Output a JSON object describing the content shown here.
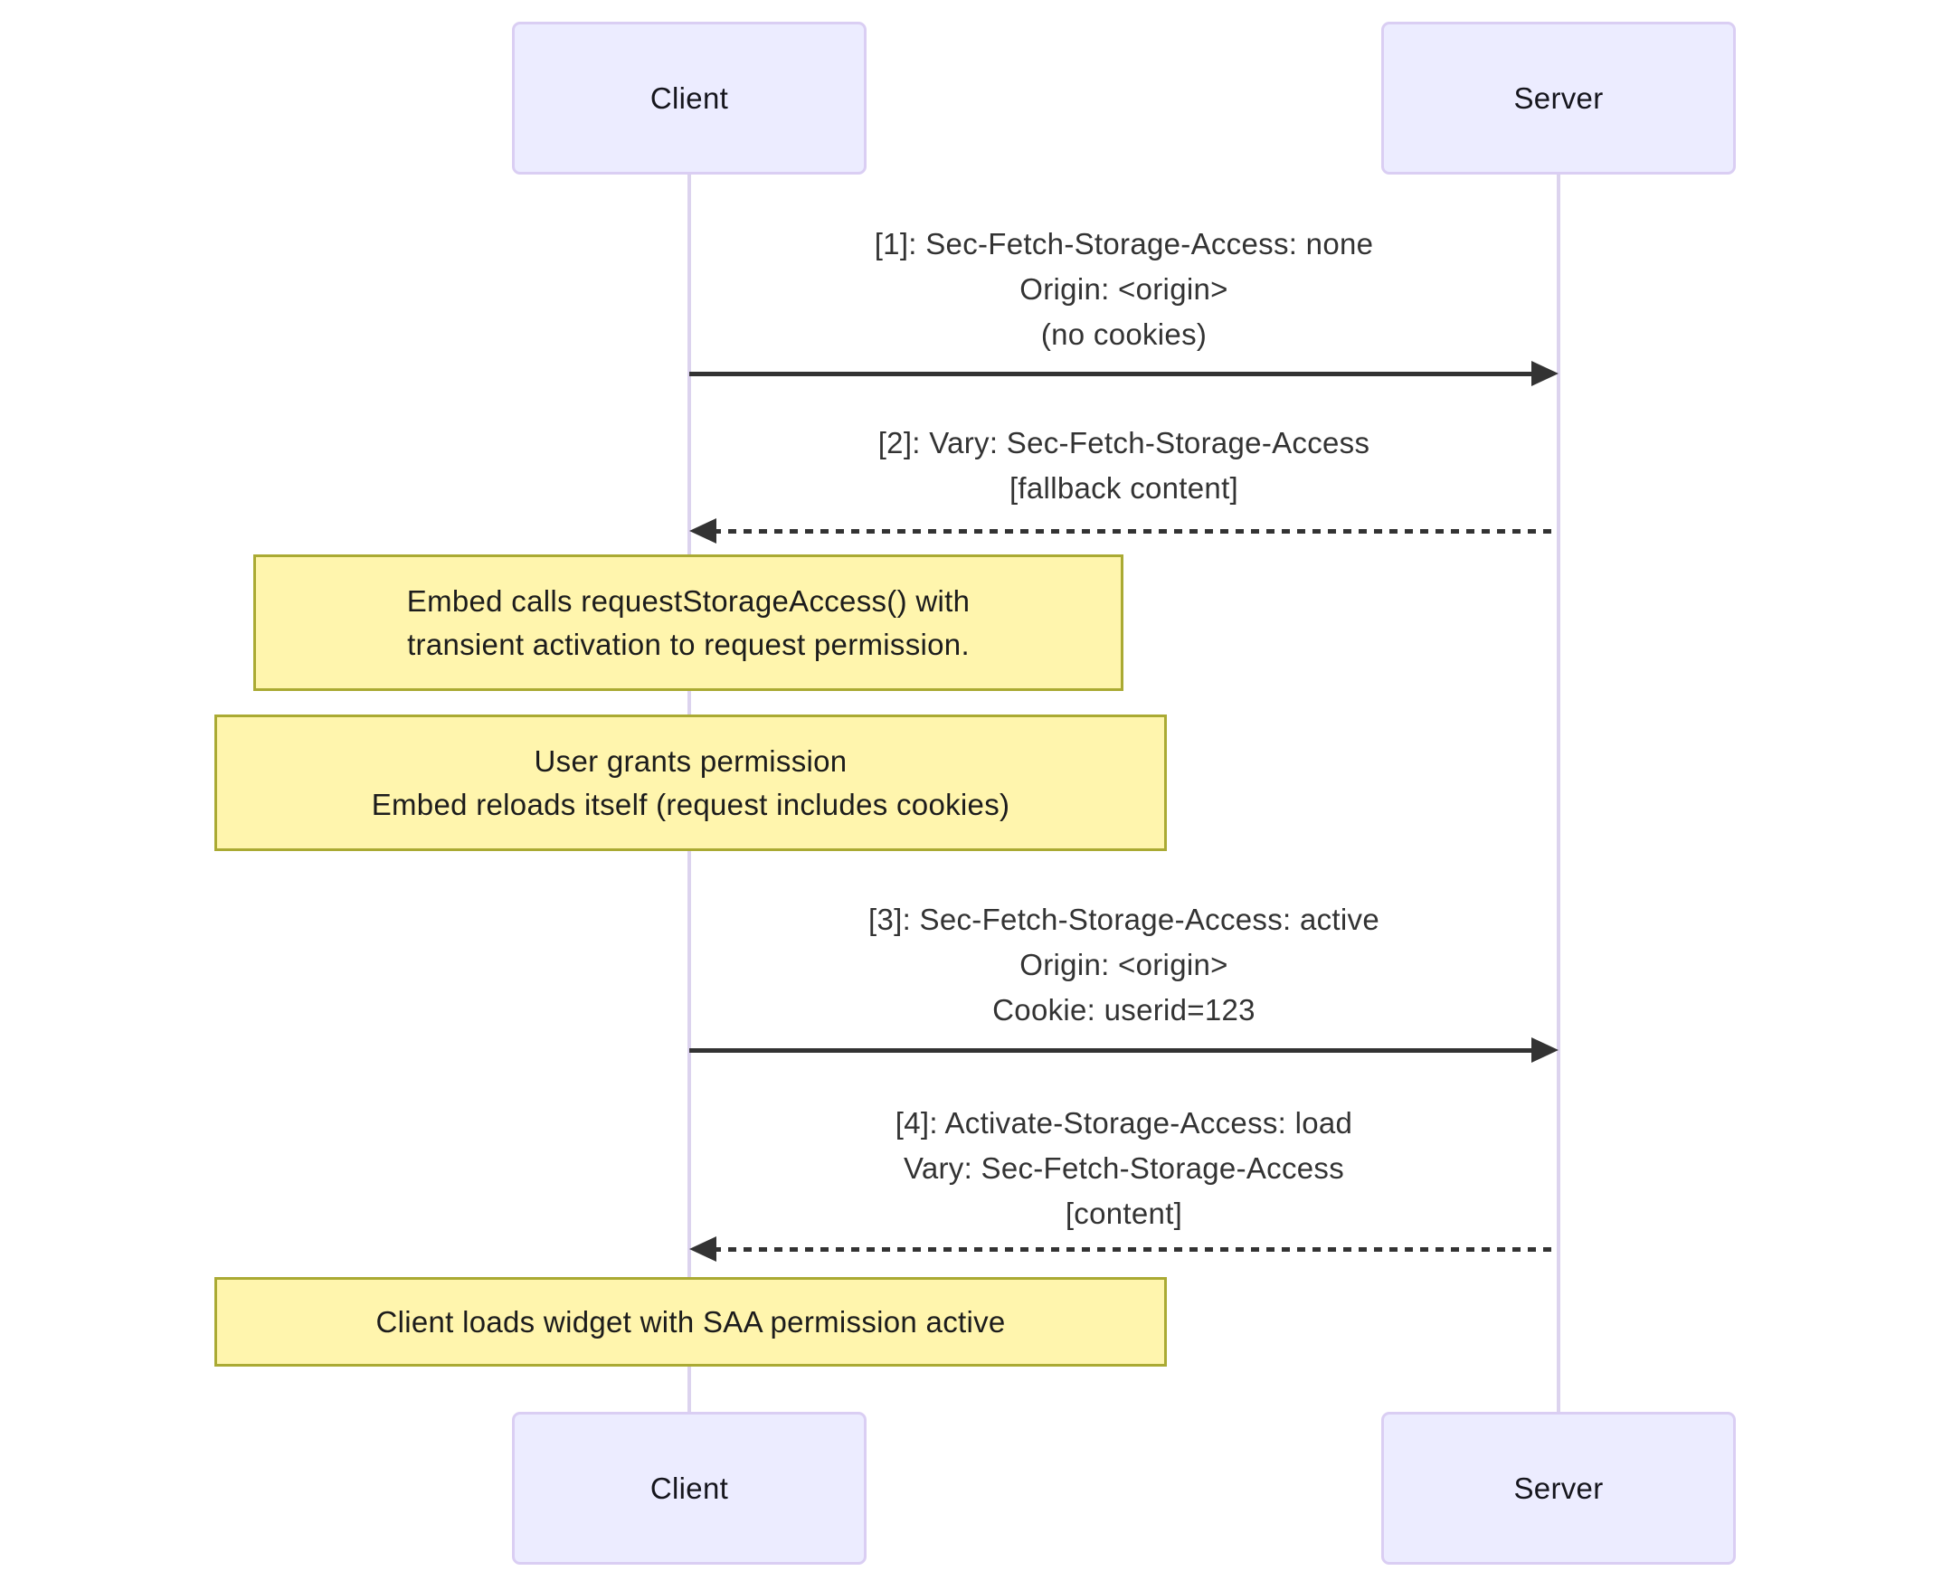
{
  "diagram": {
    "kind": "sequence-diagram",
    "actors": [
      {
        "id": "client",
        "label": "Client"
      },
      {
        "id": "server",
        "label": "Server"
      }
    ],
    "messages": [
      {
        "from": "client",
        "to": "server",
        "line_style": "solid",
        "lines": [
          "[1]: Sec-Fetch-Storage-Access: none",
          "Origin: <origin>",
          "(no cookies)"
        ]
      },
      {
        "from": "server",
        "to": "client",
        "line_style": "dashed",
        "lines": [
          "[2]: Vary: Sec-Fetch-Storage-Access",
          "[fallback content]"
        ]
      },
      {
        "from": "client",
        "to": "server",
        "line_style": "solid",
        "lines": [
          "[3]: Sec-Fetch-Storage-Access: active",
          "Origin: <origin>",
          "Cookie: userid=123"
        ]
      },
      {
        "from": "server",
        "to": "client",
        "line_style": "dashed",
        "lines": [
          "[4]: Activate-Storage-Access: load",
          "Vary: Sec-Fetch-Storage-Access",
          "[content]"
        ]
      }
    ],
    "notes": [
      {
        "over": "client",
        "lines": [
          "Embed calls requestStorageAccess() with",
          "transient activation to request permission."
        ]
      },
      {
        "over": "client",
        "lines": [
          "User grants permission",
          "Embed reloads itself (request includes cookies)"
        ]
      },
      {
        "over": "client",
        "lines": [
          "Client loads widget with SAA permission active"
        ]
      }
    ],
    "colors": {
      "actor_fill": "#ECECFF",
      "actor_border": "#DACEF3",
      "lifeline": "#DCD3EE",
      "note_fill": "#FFF5AD",
      "note_border": "#AAAA33",
      "arrow": "#333333",
      "text": "#333333",
      "bg": "#FFFFFF"
    }
  }
}
